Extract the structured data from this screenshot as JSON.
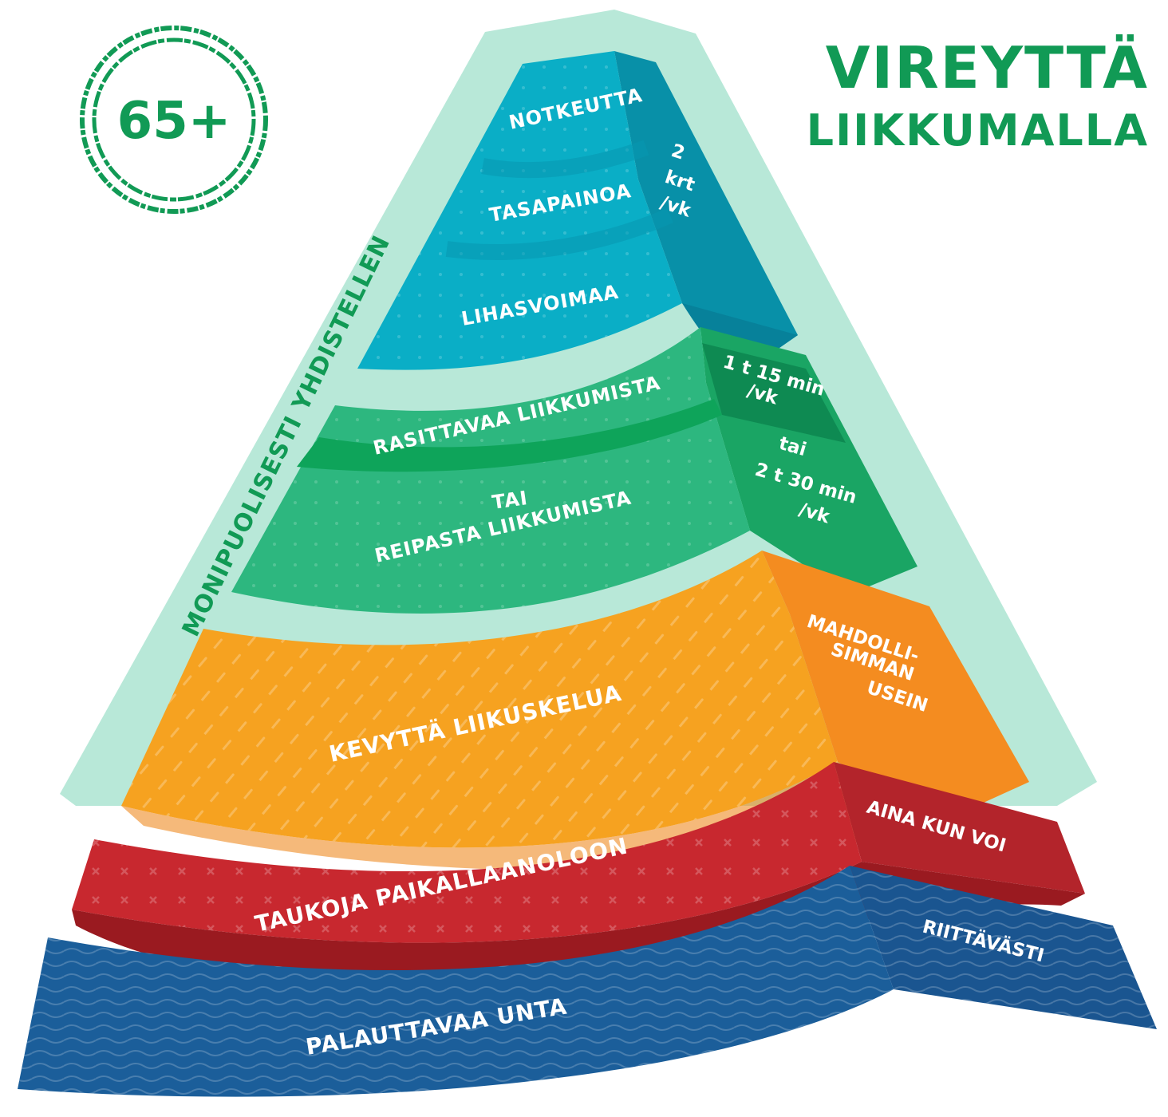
{
  "badge": {
    "text": "65+"
  },
  "title": {
    "line1": "VIREYTTÄ",
    "line2": "LIIKKUMALLA"
  },
  "side_label": "MONIPUOLISESTI YHDISTELLEN",
  "pyramid": {
    "top": {
      "labels": [
        "NOTKEUTTA",
        "TASAPAINOA",
        "LIHASVOIMAA"
      ],
      "frequency": [
        "2",
        "krt",
        "/vk"
      ]
    },
    "endurance": {
      "label_1": "RASITTAVAA LIIKKUMISTA",
      "label_or": "TAI",
      "label_2": "REIPASTA LIIKKUMISTA",
      "frequency_1": [
        "1 t 15 min",
        "/vk"
      ],
      "frequency_or": "tai",
      "frequency_2": [
        "2 t 30 min",
        "/vk"
      ]
    },
    "light": {
      "label": "KEVYTTÄ LIIKUSKELUA",
      "frequency": [
        "MAHDOLLI-",
        "SIMMAN",
        "USEIN"
      ]
    },
    "breaks": {
      "label": "TAUKOJA PAIKALLAANOLOON",
      "frequency": "AINA KUN VOI"
    },
    "sleep": {
      "label": "PALAUTTAVAA UNTA",
      "frequency": "RIITTÄVÄSTI"
    }
  },
  "colors": {
    "brand_green": "#119a55",
    "background_mint": "#b8e8d8",
    "top_blue": "#0aaec6",
    "endurance_green": "#2db77f",
    "light_orange": "#f6a220",
    "breaks_red": "#c8282f",
    "sleep_blue": "#1b5e9a"
  }
}
